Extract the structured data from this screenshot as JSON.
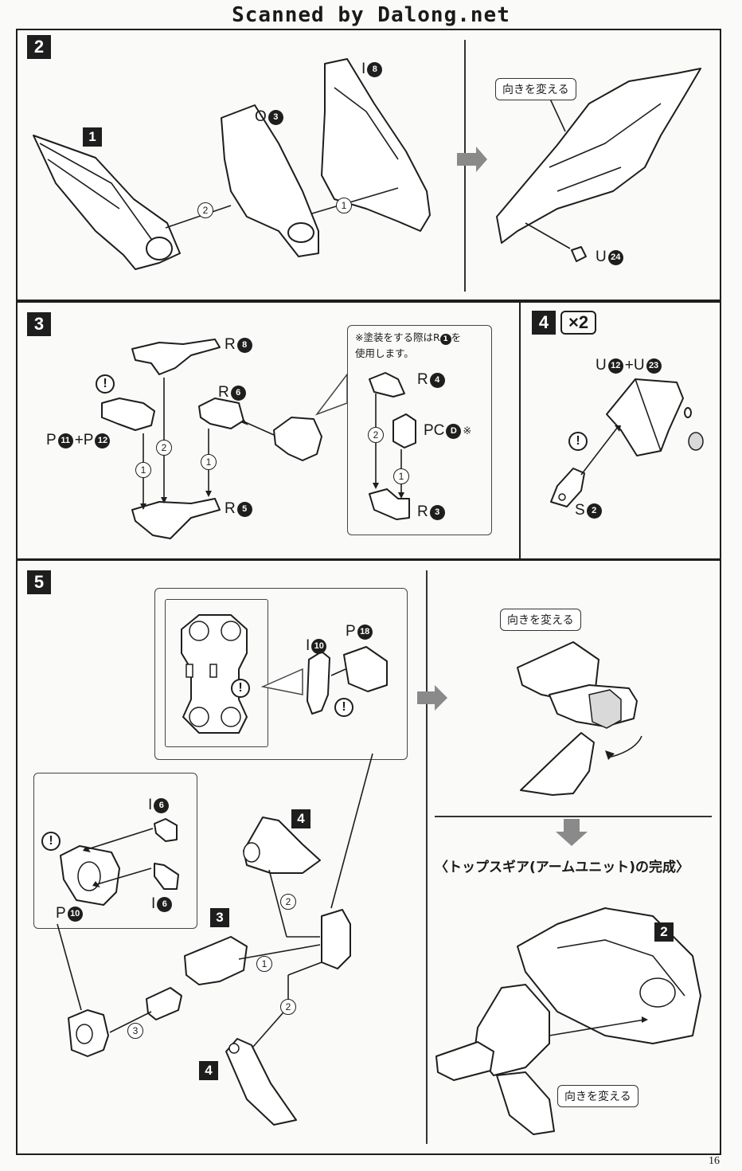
{
  "header": {
    "title": "Scanned by Dalong.net"
  },
  "page_number": "16",
  "steps": {
    "s2": {
      "number": "2",
      "parts": {
        "block1": "1",
        "o": "O",
        "o_num": "3",
        "i": "I",
        "i_num": "8",
        "u": "U",
        "u_num": "24"
      },
      "orders": [
        "2",
        "1"
      ],
      "callout": "向きを変える"
    },
    "s3": {
      "number": "3",
      "parts": {
        "r8": "R",
        "r8_num": "8",
        "r6": "R",
        "r6_num": "6",
        "r5": "R",
        "r5_num": "5",
        "p": "P",
        "p_num": "11",
        "p_plus": "+P",
        "p2_num": "12"
      },
      "orders": [
        "2",
        "1",
        "1"
      ],
      "note_line1": "※塗装をする際はR",
      "note_num": "1",
      "note_line1b": "を",
      "note_line2": "使用します。",
      "alt": {
        "r4": "R",
        "r4_num": "4",
        "pc": "PC",
        "pc_letter": "D",
        "pc_mark": "※",
        "r3": "R",
        "r3_num": "3",
        "orders": [
          "2",
          "1"
        ]
      }
    },
    "s4": {
      "number": "4",
      "multiplier": "×2",
      "parts": {
        "u": "U",
        "u_num": "12",
        "plus": "+U",
        "u2_num": "23",
        "s": "S",
        "s_num": "2"
      }
    },
    "s5": {
      "number": "5",
      "parts": {
        "i10": "I",
        "i10_num": "10",
        "p18": "P",
        "p18_num": "18",
        "i6a": "I",
        "i6a_num": "6",
        "i6b": "I",
        "i6b_num": "6",
        "p10": "P",
        "p10_num": "10"
      },
      "sub": {
        "l4a": "4",
        "l3": "3",
        "l4b": "4",
        "l2": "2"
      },
      "orders": [
        "2",
        "1",
        "2",
        "3"
      ],
      "callout_top": "向きを変える",
      "callout_bottom": "向きを変える",
      "completion": "〈トップスギア(アームユニット)の完成〉"
    }
  },
  "warning_mark": "!"
}
